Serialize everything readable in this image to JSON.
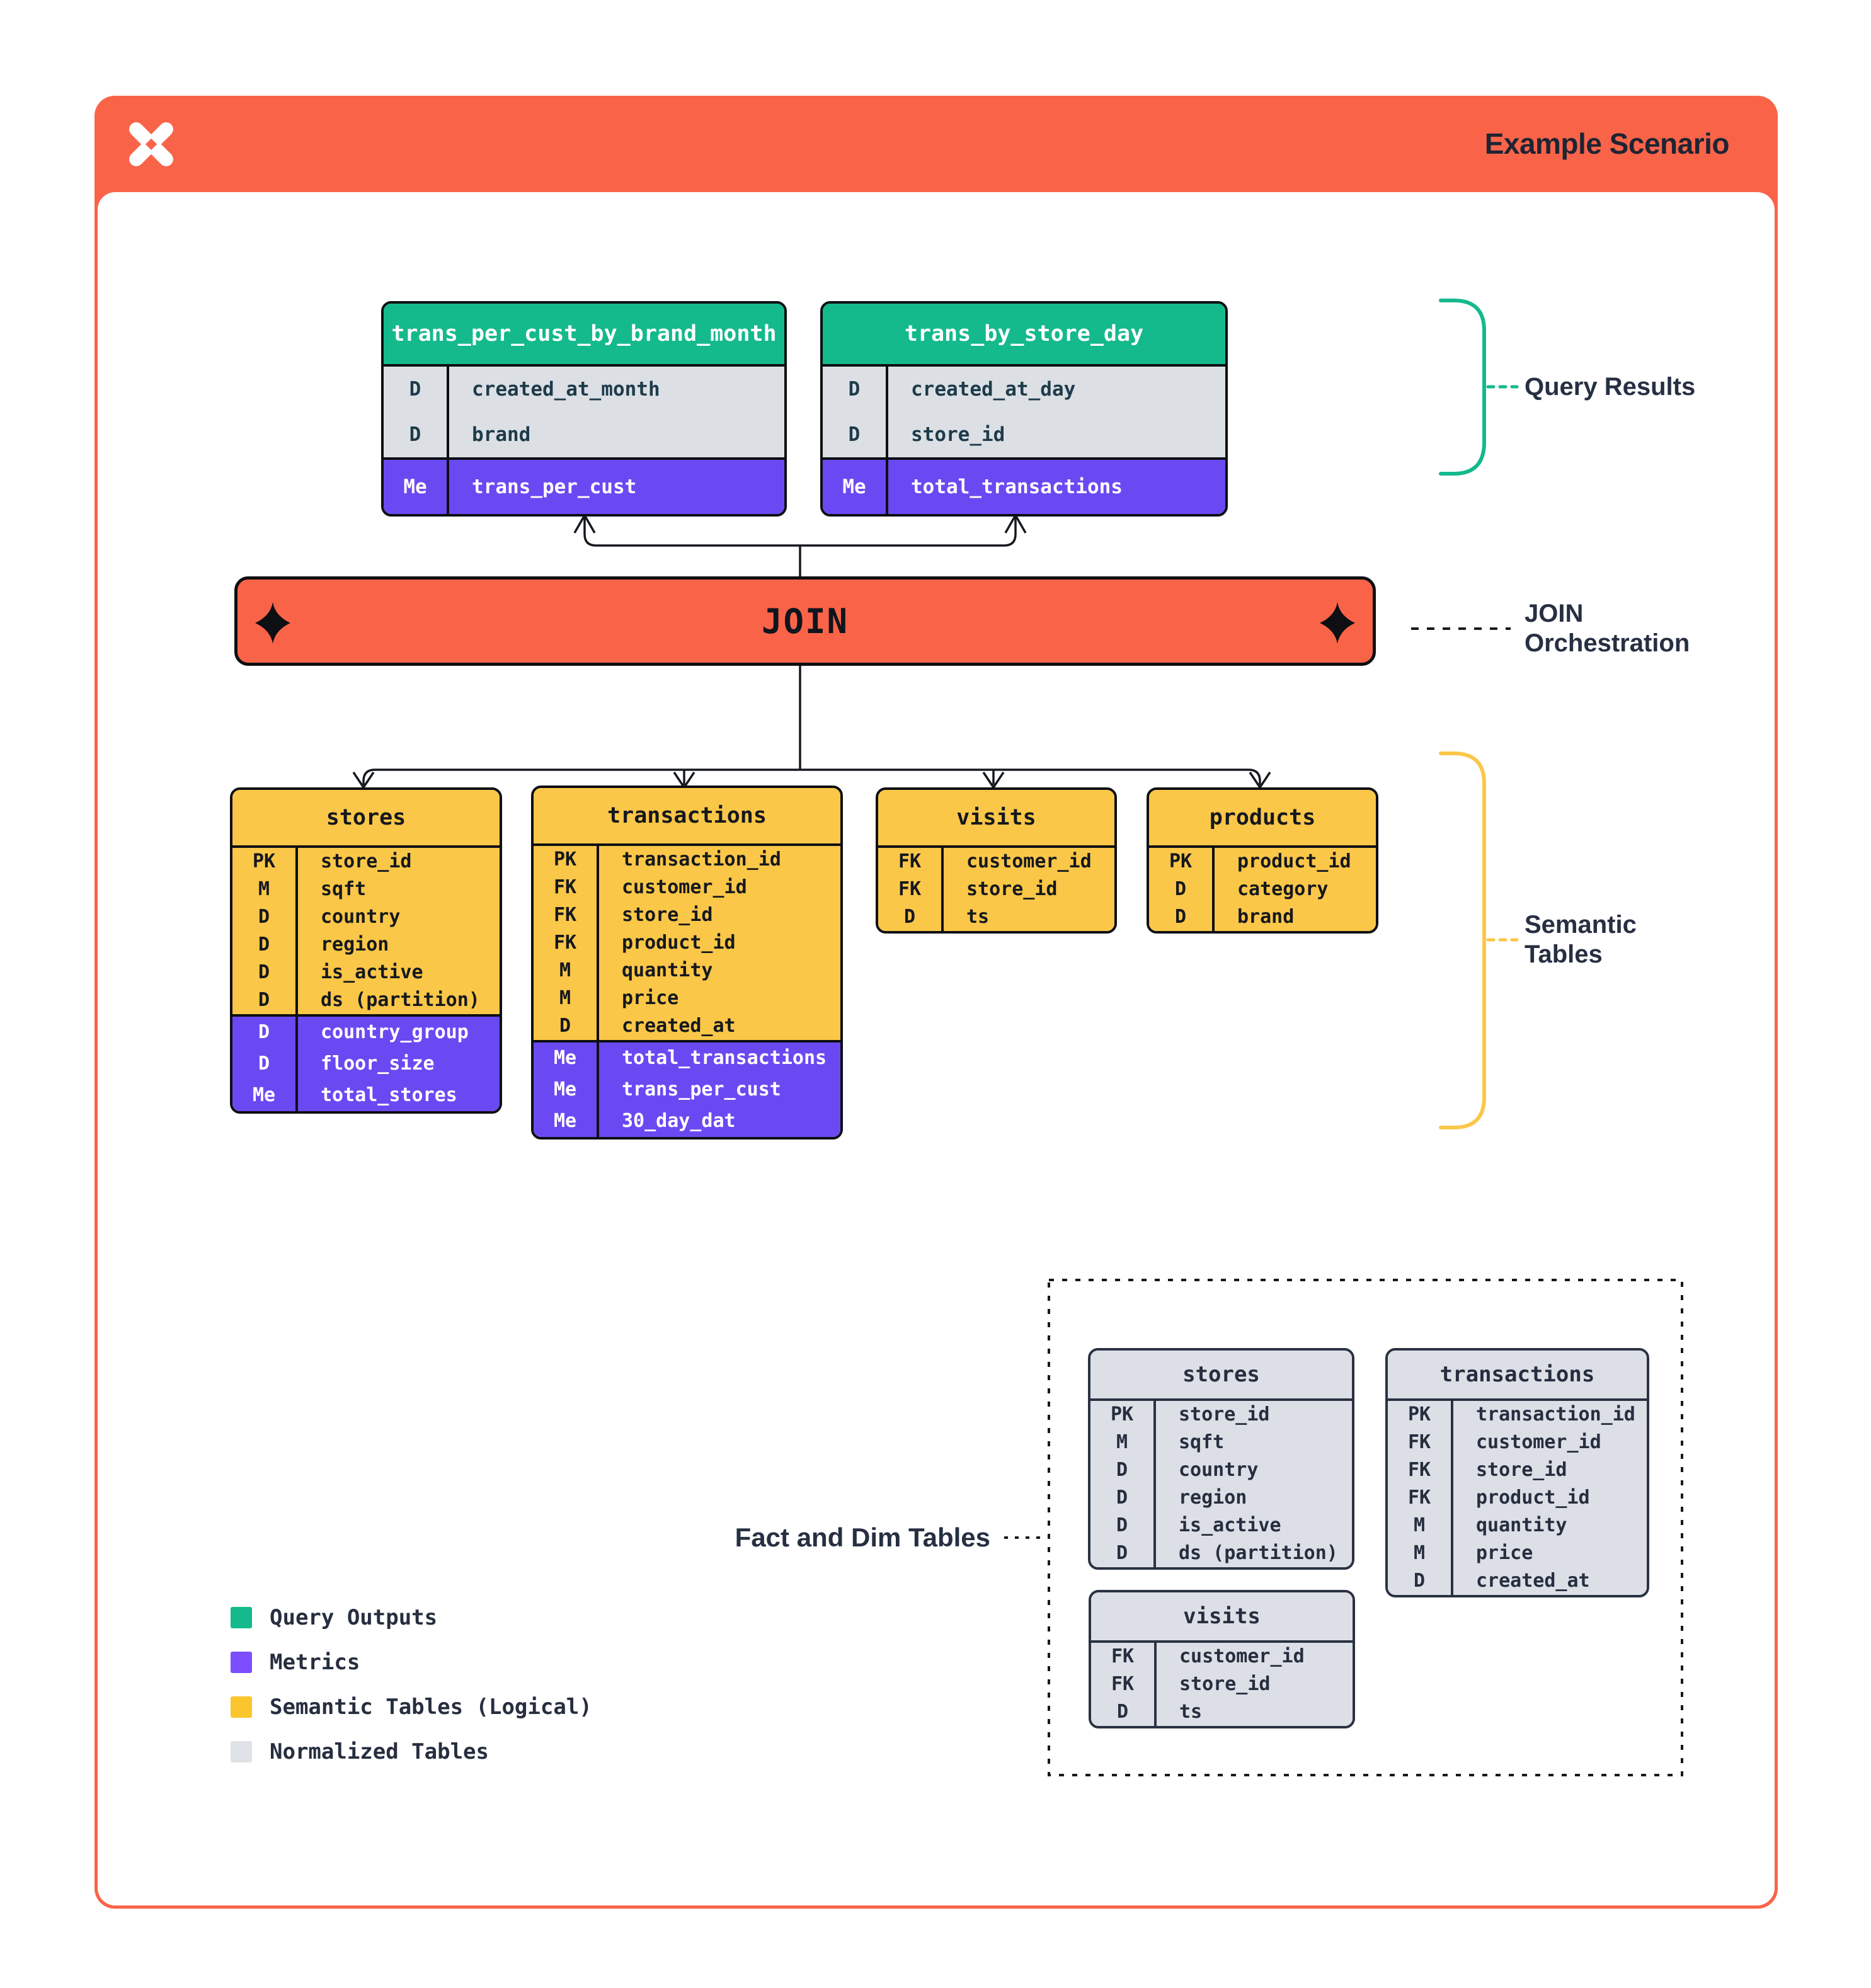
{
  "header": {
    "title": "Example Scenario",
    "logo_icon": "pinwheel-x-logo"
  },
  "join_bar": {
    "label": "JOIN",
    "icon": "sparkle-diamond"
  },
  "annotations": {
    "query_results": "Query Results",
    "join_orchestration": "JOIN\nOrchestration",
    "semantic_tables": "Semantic\nTables",
    "fact_and_dim": "Fact and Dim Tables"
  },
  "colors": {
    "orange": "#F96449",
    "green": "#14B98C",
    "purple": "#6B49F2",
    "yellow": "#FBC748",
    "gray_row": "#DCE0E6",
    "ink": "#15181E",
    "navy": "#262E3F"
  },
  "tables": {
    "query_results": [
      {
        "name": "trans_per_cust_by_brand_month",
        "theme": "green",
        "sections": [
          {
            "metric": false,
            "rows": [
              [
                "D",
                "created_at_month"
              ],
              [
                "D",
                "brand"
              ]
            ]
          },
          {
            "metric": true,
            "rows": [
              [
                "Me",
                "trans_per_cust"
              ]
            ]
          }
        ]
      },
      {
        "name": "trans_by_store_day",
        "theme": "green",
        "sections": [
          {
            "metric": false,
            "rows": [
              [
                "D",
                "created_at_day"
              ],
              [
                "D",
                "store_id"
              ]
            ]
          },
          {
            "metric": true,
            "rows": [
              [
                "Me",
                "total_transactions"
              ]
            ]
          }
        ]
      }
    ],
    "semantic": [
      {
        "name": "stores",
        "theme": "yellow",
        "sections": [
          {
            "metric": false,
            "rows": [
              [
                "PK",
                "store_id"
              ],
              [
                "M",
                "sqft"
              ],
              [
                "D",
                "country"
              ],
              [
                "D",
                "region"
              ],
              [
                "D",
                "is_active"
              ],
              [
                "D",
                "ds (partition)"
              ]
            ]
          },
          {
            "metric": true,
            "rows": [
              [
                "D",
                "country_group"
              ],
              [
                "D",
                "floor_size"
              ],
              [
                "Me",
                "total_stores"
              ]
            ]
          }
        ]
      },
      {
        "name": "transactions",
        "theme": "yellow",
        "sections": [
          {
            "metric": false,
            "rows": [
              [
                "PK",
                "transaction_id"
              ],
              [
                "FK",
                "customer_id"
              ],
              [
                "FK",
                "store_id"
              ],
              [
                "FK",
                "product_id"
              ],
              [
                "M",
                "quantity"
              ],
              [
                "M",
                "price"
              ],
              [
                "D",
                "created_at"
              ]
            ]
          },
          {
            "metric": true,
            "rows": [
              [
                "Me",
                "total_transactions"
              ],
              [
                "Me",
                "trans_per_cust"
              ],
              [
                "Me",
                "30_day_dat"
              ]
            ]
          }
        ]
      },
      {
        "name": "visits",
        "theme": "yellow",
        "sections": [
          {
            "metric": false,
            "rows": [
              [
                "FK",
                "customer_id"
              ],
              [
                "FK",
                "store_id"
              ],
              [
                "D",
                "ts"
              ]
            ]
          }
        ]
      },
      {
        "name": "products",
        "theme": "yellow",
        "sections": [
          {
            "metric": false,
            "rows": [
              [
                "PK",
                "product_id"
              ],
              [
                "D",
                "category"
              ],
              [
                "D",
                "brand"
              ]
            ]
          }
        ]
      }
    ],
    "normalized": [
      {
        "name": "stores",
        "theme": "gray",
        "sections": [
          {
            "metric": false,
            "rows": [
              [
                "PK",
                "store_id"
              ],
              [
                "M",
                "sqft"
              ],
              [
                "D",
                "country"
              ],
              [
                "D",
                "region"
              ],
              [
                "D",
                "is_active"
              ],
              [
                "D",
                "ds (partition)"
              ]
            ]
          }
        ]
      },
      {
        "name": "transactions",
        "theme": "gray",
        "sections": [
          {
            "metric": false,
            "rows": [
              [
                "PK",
                "transaction_id"
              ],
              [
                "FK",
                "customer_id"
              ],
              [
                "FK",
                "store_id"
              ],
              [
                "FK",
                "product_id"
              ],
              [
                "M",
                "quantity"
              ],
              [
                "M",
                "price"
              ],
              [
                "D",
                "created_at"
              ]
            ]
          }
        ]
      },
      {
        "name": "visits",
        "theme": "gray",
        "sections": [
          {
            "metric": false,
            "rows": [
              [
                "FK",
                "customer_id"
              ],
              [
                "FK",
                "store_id"
              ],
              [
                "D",
                "ts"
              ]
            ]
          }
        ]
      }
    ]
  },
  "legend": [
    {
      "label": "Query Outputs",
      "color": "#14B98C"
    },
    {
      "label": "Metrics",
      "color": "#7C4EFF"
    },
    {
      "label": "Semantic Tables (Logical)",
      "color": "#FBC52E"
    },
    {
      "label": "Normalized Tables",
      "color": "#DFE2E6"
    }
  ]
}
